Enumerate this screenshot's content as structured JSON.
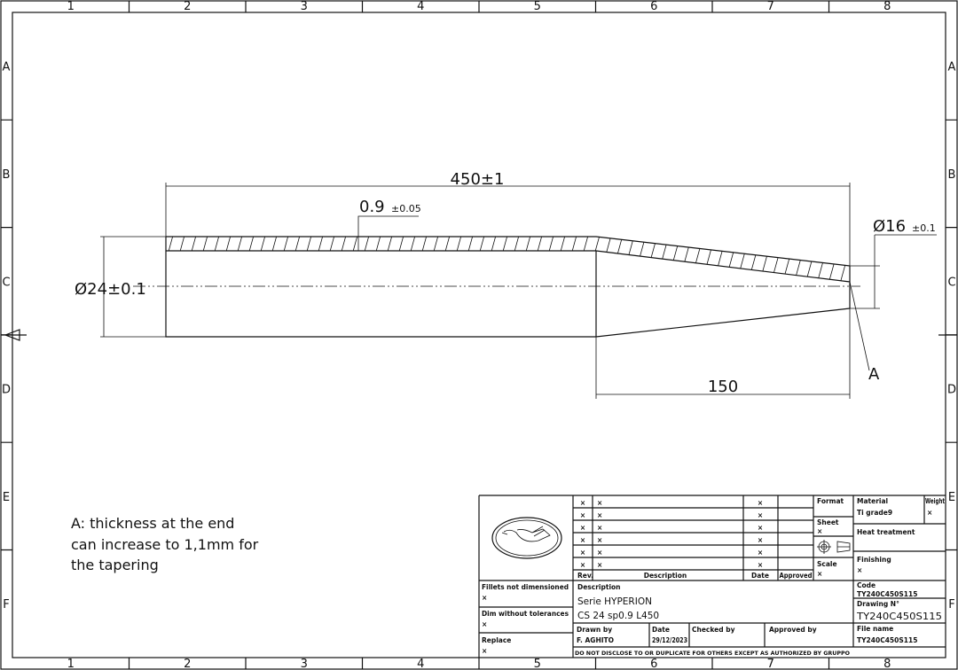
{
  "frame": {
    "columns": [
      "1",
      "2",
      "3",
      "4",
      "5",
      "6",
      "7",
      "8"
    ],
    "rows": [
      "A",
      "B",
      "C",
      "D",
      "E",
      "F"
    ]
  },
  "dimensions": {
    "overall_length": "450±1",
    "wall_thickness": "0.9",
    "wall_tolerance": "±0.05",
    "outer_diameter": "Ø24±0.1",
    "end_diameter": "Ø16",
    "end_tolerance": "±0.1",
    "taper_length": "150",
    "detail_label": "A"
  },
  "note": {
    "lines": [
      "A: thickness at the end",
      "can increase to 1,1mm for",
      "the tapering"
    ]
  },
  "title_block": {
    "revisions": [
      {
        "rev": "×",
        "description": "×",
        "date": "×",
        "approved": ""
      },
      {
        "rev": "×",
        "description": "×",
        "date": "×",
        "approved": ""
      },
      {
        "rev": "×",
        "description": "×",
        "date": "×",
        "approved": ""
      },
      {
        "rev": "×",
        "description": "×",
        "date": "×",
        "approved": ""
      },
      {
        "rev": "×",
        "description": "×",
        "date": "×",
        "approved": ""
      },
      {
        "rev": "×",
        "description": "×",
        "date": "×",
        "approved": ""
      }
    ],
    "rev_headers": {
      "rev": "Rev.",
      "description": "Description",
      "date": "Date",
      "approved": "Approved"
    },
    "format_label": "Format",
    "sheet_label": "Sheet",
    "sheet_value": "×",
    "scale_label": "Scale",
    "scale_value": "×",
    "material_label": "Material",
    "material_value": "Ti grade9",
    "weight_label": "Weight",
    "weight_value": "×",
    "heat_label": "Heat treatment",
    "finishing_label": "Finishing",
    "finishing_value": "×",
    "fillets_label": "Fillets not dimensioned",
    "fillets_value": "×",
    "dim_label": "Dim without tolerances",
    "dim_value": "×",
    "replace_label": "Replace",
    "replace_value": "×",
    "description_label": "Description",
    "description_line1": "Serie HYPERION",
    "description_line2": "CS 24 sp0.9 L450",
    "code_label": "Code",
    "code_value": "TY240C450S115",
    "drawing_label": "Drawing N°",
    "drawing_value": "TY240C450S115",
    "drawn_label": "Drawn by",
    "drawn_value": "F. AGHITO",
    "date_label": "Date",
    "date_value": "29/12/2023",
    "checked_label": "Checked by",
    "approved_label": "Approved by",
    "file_label": "File name",
    "file_value": "TY240C450S115",
    "disclaimer": "DO NOT DISCLOSE TO OR DUPLICATE FOR OTHERS EXCEPT AS AUTHORIZED BY GRUPPO"
  }
}
